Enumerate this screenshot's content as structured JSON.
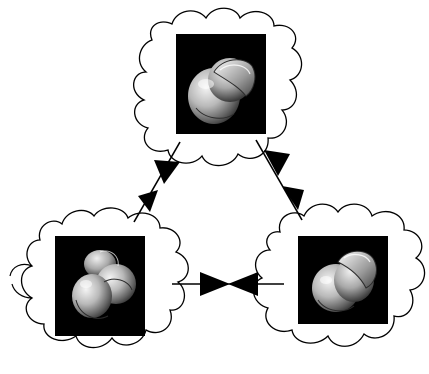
{
  "colors": {
    "background": "#ffffff",
    "ink": "#000000",
    "tile_background": "#000000",
    "surface_light": "#f2f2f2",
    "surface_mid": "#b5b5b5",
    "surface_dark": "#4a4a4a"
  },
  "nodes": [
    {
      "id": "top",
      "shape": "cloud",
      "content": "rendered-3d-surface"
    },
    {
      "id": "bottom-left",
      "shape": "cloud",
      "content": "rendered-3d-surface"
    },
    {
      "id": "bottom-right",
      "shape": "cloud",
      "content": "rendered-3d-surface"
    }
  ],
  "edges": [
    {
      "between": [
        "top",
        "bottom-left"
      ],
      "style": "opposing-arrowheads"
    },
    {
      "between": [
        "top",
        "bottom-right"
      ],
      "style": "opposing-arrowheads"
    },
    {
      "between": [
        "bottom-left",
        "bottom-right"
      ],
      "style": "opposing-arrowheads"
    }
  ]
}
